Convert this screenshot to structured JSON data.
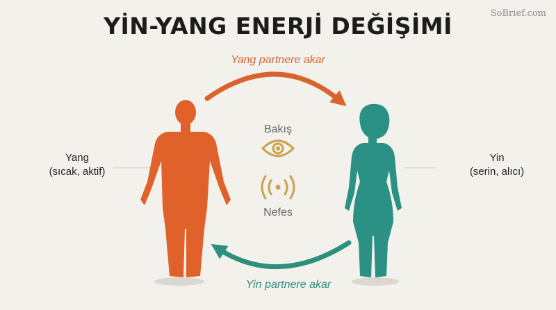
{
  "title": "YİN-YANG ENERJİ DEĞİŞİMİ",
  "watermark": "SoBrief.com",
  "flows": {
    "top_label": "Yang partnere akar",
    "bottom_label": "Yin partnere akar"
  },
  "left_figure": {
    "label_line1": "Yang",
    "label_line2": "(sıcak, aktif)",
    "color": "#e0622a"
  },
  "right_figure": {
    "label_line1": "Yin",
    "label_line2": "(serin, alıcı)",
    "color": "#2a9184"
  },
  "center": {
    "gaze_label": "Bakış",
    "breath_label": "Nefes",
    "icon_color": "#c9a24a"
  },
  "colors": {
    "yang_arrow": "#d9632c",
    "yin_arrow": "#2d8f7c",
    "background": "#f3f1ec"
  },
  "icons": [
    "eye-icon",
    "breath-waves-icon"
  ]
}
